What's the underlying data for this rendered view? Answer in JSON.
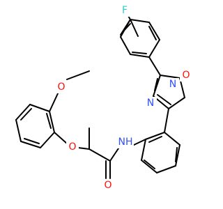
{
  "colors": {
    "bond": "#000000",
    "F": "#33CCCC",
    "O": "#FF0D0D",
    "N": "#3050F8",
    "background": "#FFFFFF"
  },
  "atoms": {
    "F": "F",
    "O_ring": "O",
    "N_ring_upper": "N",
    "N_ring_lower": "N",
    "O_methoxy": "O",
    "O_ether": "O",
    "NH": "NH",
    "O_carbonyl": "O"
  }
}
